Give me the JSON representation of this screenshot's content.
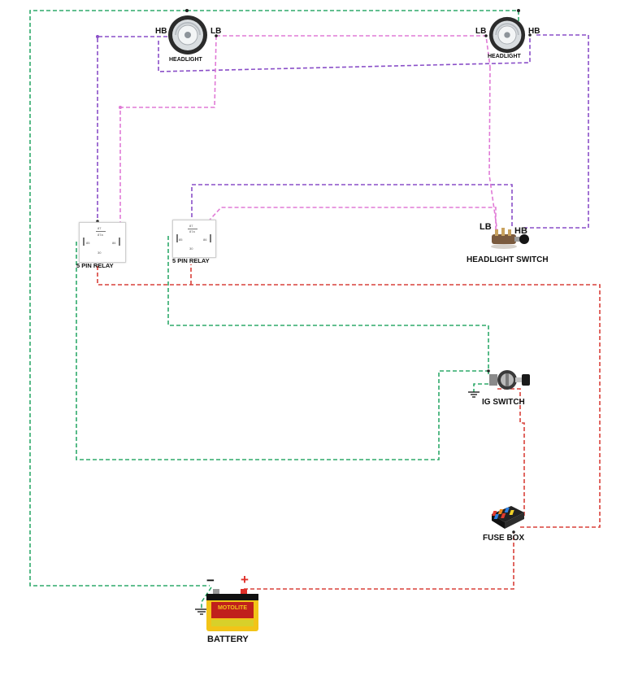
{
  "headlight_left": {
    "caption": "HEADLIGHT",
    "hb": "HB",
    "lb": "LB"
  },
  "headlight_right": {
    "caption": "HEADLIGHT",
    "lb": "LB",
    "hb": "HB"
  },
  "relay_left": {
    "caption": "5 PIN RELAY",
    "pins": [
      "87",
      "87a",
      "85",
      "86",
      "30"
    ]
  },
  "relay_right": {
    "caption": "5 PIN RELAY",
    "pins": [
      "87",
      "87a",
      "85",
      "86",
      "30"
    ]
  },
  "headlight_switch": {
    "caption": "HEADLIGHT SWITCH",
    "lb": "LB",
    "hb": "HB"
  },
  "ig_switch": {
    "caption": "IG SWITCH"
  },
  "fuse_box": {
    "caption": "FUSE BOX"
  },
  "battery": {
    "caption": "BATTERY",
    "brand": "MOTOLITE",
    "negative": "−",
    "positive": "+"
  },
  "colors": {
    "ground_wire": "#2eaa6a",
    "positive_wire": "#d8413a",
    "high_beam_wire": "#8a4fc8",
    "low_beam_wire": "#e07ad6",
    "battery_body": "#f2c418",
    "battery_terminal_positive": "#e0302a"
  },
  "icons": [
    "headlight-icon",
    "relay-icon",
    "toggle-switch-icon",
    "ignition-key-icon",
    "fuse-box-icon",
    "battery-icon",
    "ground-symbol-icon"
  ]
}
